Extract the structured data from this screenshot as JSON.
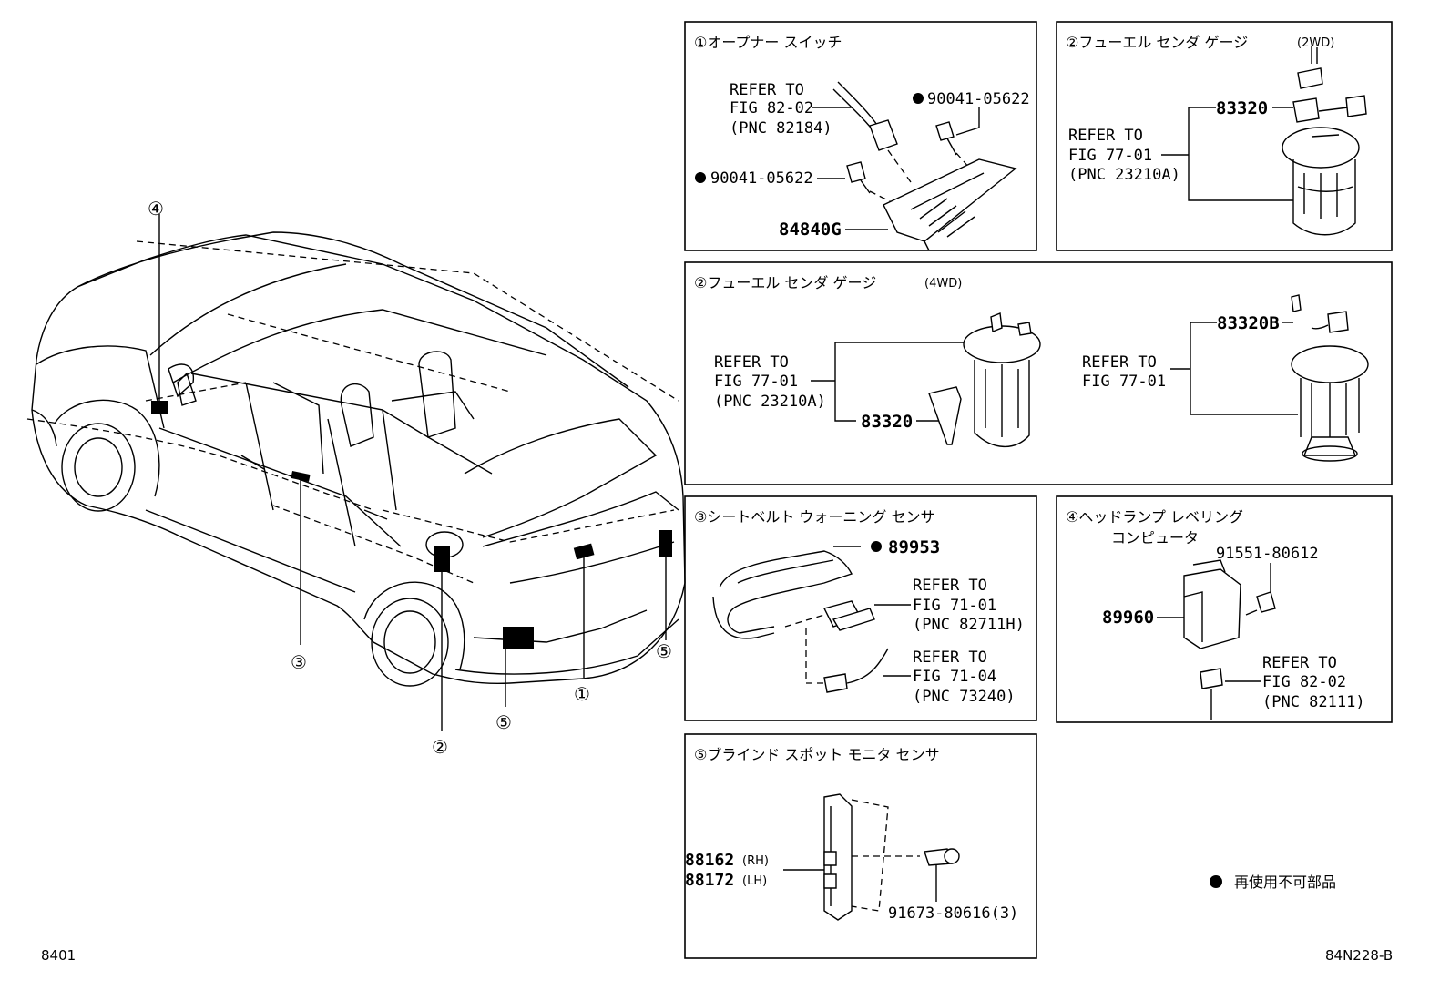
{
  "figure_id": "84N228-B",
  "page_code": "8401",
  "legend": {
    "mark": "●",
    "text": "再使用不可部品"
  },
  "car_callouts": [
    "④",
    "③",
    "②",
    "⑤",
    "①",
    "⑤"
  ],
  "panels": {
    "p1": {
      "title": "①オープナー スイッチ",
      "ref_lines": [
        "REFER TO",
        "FIG 82-02",
        "(PNC 82184)"
      ],
      "bolt_a": "90041-05622",
      "bolt_b": "90041-05622",
      "part": "84840G"
    },
    "p2a": {
      "title": "②フューエル センダ ゲージ",
      "title_suffix": "(2WD)",
      "part": "83320",
      "ref_lines": [
        "REFER TO",
        "FIG 77-01",
        "(PNC 23210A)"
      ]
    },
    "p2b": {
      "title": "②フューエル センダ ゲージ",
      "title_suffix": "(4WD)",
      "ref_left": [
        "REFER TO",
        "FIG 77-01",
        "(PNC 23210A)"
      ],
      "part_left": "83320",
      "ref_right": [
        "REFER TO",
        "FIG 77-01"
      ],
      "part_right": "83320B"
    },
    "p3": {
      "title": "③シートベルト ウォーニング センサ",
      "part": "89953",
      "ref_a": [
        "REFER TO",
        "FIG 71-01",
        "(PNC 82711H)"
      ],
      "ref_b": [
        "REFER TO",
        "FIG 71-04",
        "(PNC 73240)"
      ]
    },
    "p4": {
      "title_line1": "④ヘッドランプ レベリング",
      "title_line2": "コンピュータ",
      "bolt": "91551-80612",
      "part": "89960",
      "ref_lines": [
        "REFER TO",
        "FIG 82-02",
        "(PNC 82111)"
      ]
    },
    "p5": {
      "title": "⑤ブラインド スポット モニタ センサ",
      "part_rh": "88162",
      "rh_suffix": "(RH)",
      "part_lh": "88172",
      "lh_suffix": "(LH)",
      "bolt": "91673-80616(3)"
    }
  }
}
